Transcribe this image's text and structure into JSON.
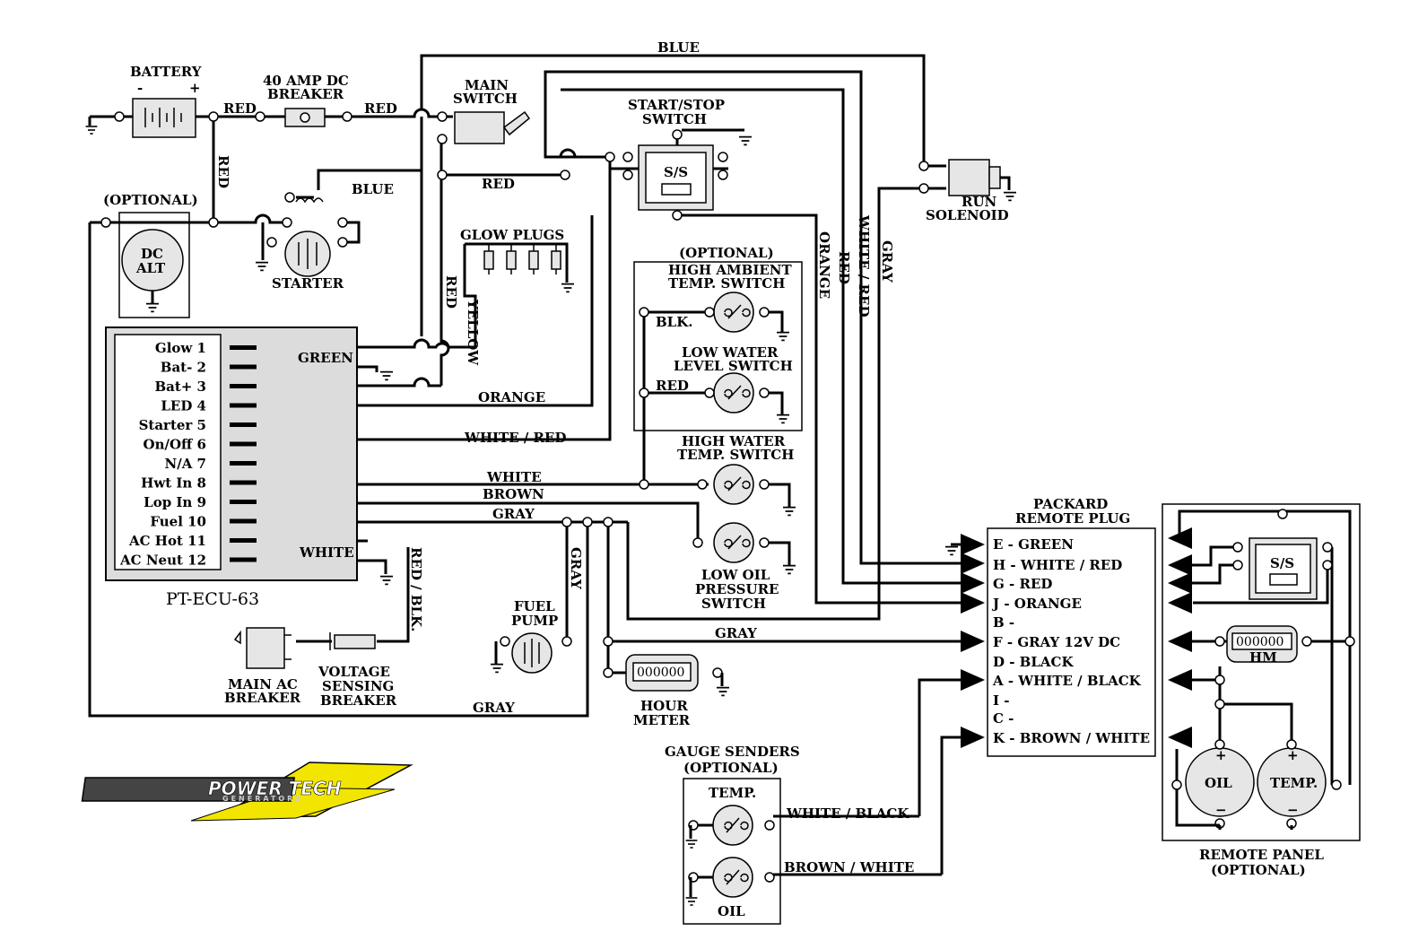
{
  "title": "",
  "ecu": {
    "name": "PT-ECU-63",
    "pins": [
      "Glow 1",
      "Bat- 2",
      "Bat+ 3",
      "LED 4",
      "Starter 5",
      "On/Off 6",
      "N/A 7",
      "Hwt In 8",
      "Lop In 9",
      "Fuel 10",
      "AC Hot 11",
      "AC Neut 12"
    ]
  },
  "components": {
    "battery": "BATTERY",
    "battery_minus": "-",
    "battery_plus": "+",
    "breaker_line1": "40 AMP DC",
    "breaker_line2": "BREAKER",
    "main_switch_line1": "MAIN",
    "main_switch_line2": "SWITCH",
    "start_stop_line1": "START/STOP",
    "start_stop_line2": "SWITCH",
    "ss_label": "S/S",
    "optional": "(OPTIONAL)",
    "alt_line1": "DC",
    "alt_line2": "ALT",
    "starter": "STARTER",
    "glow_plugs": "GLOW PLUGS",
    "run_line1": "RUN",
    "run_line2": "SOLENOID",
    "opt_box_title": "(OPTIONAL)",
    "high_ambient_line1": "HIGH AMBIENT",
    "high_ambient_line2": "TEMP. SWITCH",
    "low_water_line1": "LOW WATER",
    "low_water_line2": "LEVEL SWITCH",
    "high_water_line1": "HIGH WATER",
    "high_water_line2": "TEMP. SWITCH",
    "low_oil_line1": "LOW OIL",
    "low_oil_line2": "PRESSURE",
    "low_oil_line3": "SWITCH",
    "fuel_pump_line1": "FUEL",
    "fuel_pump_line2": "PUMP",
    "hour_meter_line1": "HOUR",
    "hour_meter_line2": "METER",
    "hour_digits": "000000",
    "main_ac_line1": "MAIN AC",
    "main_ac_line2": "BREAKER",
    "voltage_line1": "VOLTAGE",
    "voltage_line2": "SENSING",
    "voltage_line3": "BREAKER",
    "gauge_senders_line1": "GAUGE SENDERS",
    "gauge_senders_line2": "(OPTIONAL)",
    "temp": "TEMP.",
    "oil": "OIL",
    "packard_line1": "PACKARD",
    "packard_line2": "REMOTE PLUG",
    "remote_panel_line1": "REMOTE PANEL",
    "remote_panel_line2": "(OPTIONAL)",
    "hm": "HM",
    "remote_oil": "OIL",
    "remote_temp": "TEMP.",
    "plus": "+",
    "minus": "−"
  },
  "packard_pins": [
    "E - GREEN",
    "H - WHITE / RED",
    "G - RED",
    "J - ORANGE",
    "B -",
    "F - GRAY   12V DC",
    "D - BLACK",
    "A - WHITE / BLACK",
    "I -",
    "C -",
    "K - BROWN / WHITE"
  ],
  "wire_labels": {
    "blue_top": "BLUE",
    "red_bat": "RED",
    "red_breaker": "RED",
    "red_vert": "RED",
    "blue_starter": "BLUE",
    "red_ss": "RED",
    "red_glow": "RED",
    "yellow": "YELLOW",
    "green": "GREEN",
    "orange": "ORANGE",
    "white_red": "WHITE / RED",
    "white": "WHITE",
    "brown": "BROWN",
    "gray_ecu": "GRAY",
    "white_ac": "WHITE",
    "red_blk": "RED / BLK.",
    "gray_vert": "GRAY",
    "gray_bottom": "GRAY",
    "gray_f": "GRAY",
    "orange_vert": "ORANGE",
    "red_vert2": "RED",
    "white_red_vert": "WHITE / RED",
    "gray_vert2": "GRAY",
    "blk": "BLK.",
    "red_sw": "RED",
    "white_black": "WHITE / BLACK",
    "brown_white": "BROWN / WHITE"
  },
  "logo": {
    "line1": "POWER TECH",
    "line2": "GENERATORS"
  }
}
